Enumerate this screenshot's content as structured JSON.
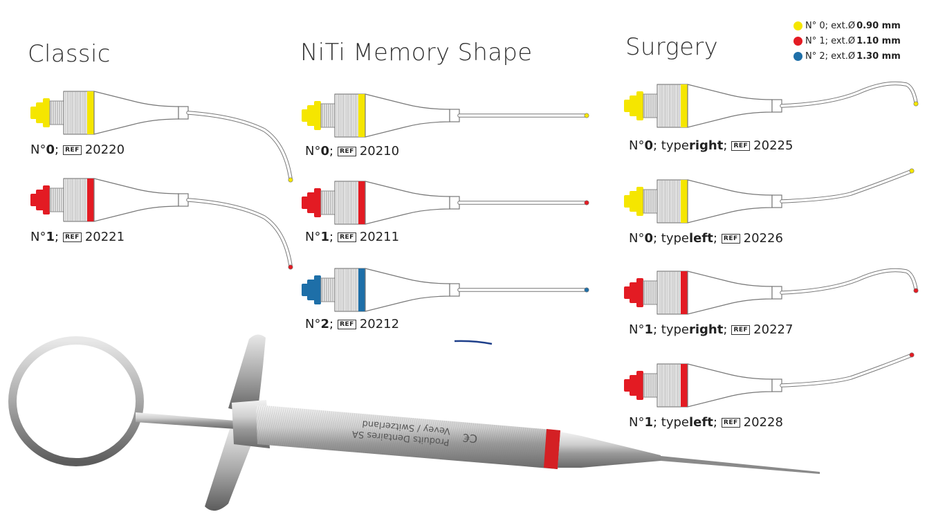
{
  "colors": {
    "size0": "#f5e600",
    "size1": "#e31b23",
    "size2": "#1e6fa8"
  },
  "sections": {
    "classic": {
      "title": "Classic",
      "items": [
        {
          "prefix": "N° ",
          "num": "0",
          "sep": ";",
          "ref_badge": "REF",
          "ref": "20220",
          "size": "size0"
        },
        {
          "prefix": "N° ",
          "num": "1",
          "sep": ";",
          "ref_badge": "REF",
          "ref": "20221",
          "size": "size1"
        }
      ]
    },
    "niti": {
      "title": "NiTi Memory Shape",
      "items": [
        {
          "prefix": "N° ",
          "num": "0",
          "sep": ";",
          "ref_badge": "REF",
          "ref": "20210",
          "size": "size0"
        },
        {
          "prefix": "N° ",
          "num": "1",
          "sep": ";",
          "ref_badge": "REF",
          "ref": "20211",
          "size": "size1"
        },
        {
          "prefix": "N° ",
          "num": "2",
          "sep": ";",
          "ref_badge": "REF",
          "ref": "20212",
          "size": "size2"
        }
      ]
    },
    "surgery": {
      "title": "Surgery",
      "items": [
        {
          "prefix": "N° ",
          "num": "0",
          "type_label": "; type ",
          "type": "right",
          "sep": ";",
          "ref_badge": "REF",
          "ref": "20225",
          "size": "size0"
        },
        {
          "prefix": "N° ",
          "num": "0",
          "type_label": "; type ",
          "type": "left",
          "sep": ";",
          "ref_badge": "REF",
          "ref": "20226",
          "size": "size0"
        },
        {
          "prefix": "N° ",
          "num": "1",
          "type_label": "; type ",
          "type": "right",
          "sep": ";",
          "ref_badge": "REF",
          "ref": "20227",
          "size": "size1"
        },
        {
          "prefix": "N° ",
          "num": "1",
          "type_label": "; type ",
          "type": "left",
          "sep": ";",
          "ref_badge": "REF",
          "ref": "20228",
          "size": "size1"
        }
      ]
    }
  },
  "legend": [
    {
      "text": "N° 0; ext.Ø",
      "value": "0.90 mm",
      "color": "#f5e600"
    },
    {
      "text": "N° 1; ext.Ø",
      "value": "1.10 mm",
      "color": "#e31b23"
    },
    {
      "text": "N° 2; ext.Ø",
      "value": "1.30 mm",
      "color": "#1e6fa8"
    }
  ],
  "syringe": {
    "line1": "Produits Dentaires SA",
    "line2": "Vevey / Switzerland",
    "mark": "C€"
  }
}
